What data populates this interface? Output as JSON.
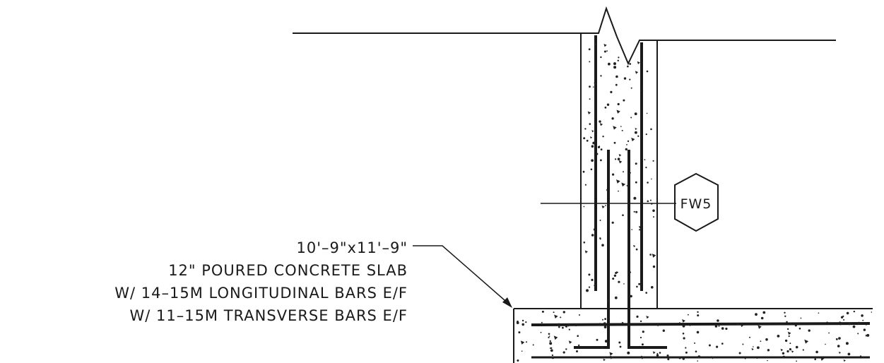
{
  "tag": {
    "label": "FW5"
  },
  "callout": {
    "lines": [
      "10'–9\"x11'–9\"",
      "12\" POURED CONCRETE SLAB",
      "W/ 14–15M LONGITUDINAL BARS E/F",
      "W/ 11–15M TRANSVERSE BARS E/F"
    ]
  },
  "colors": {
    "ink": "#1a1a1a",
    "paper": "#ffffff"
  }
}
